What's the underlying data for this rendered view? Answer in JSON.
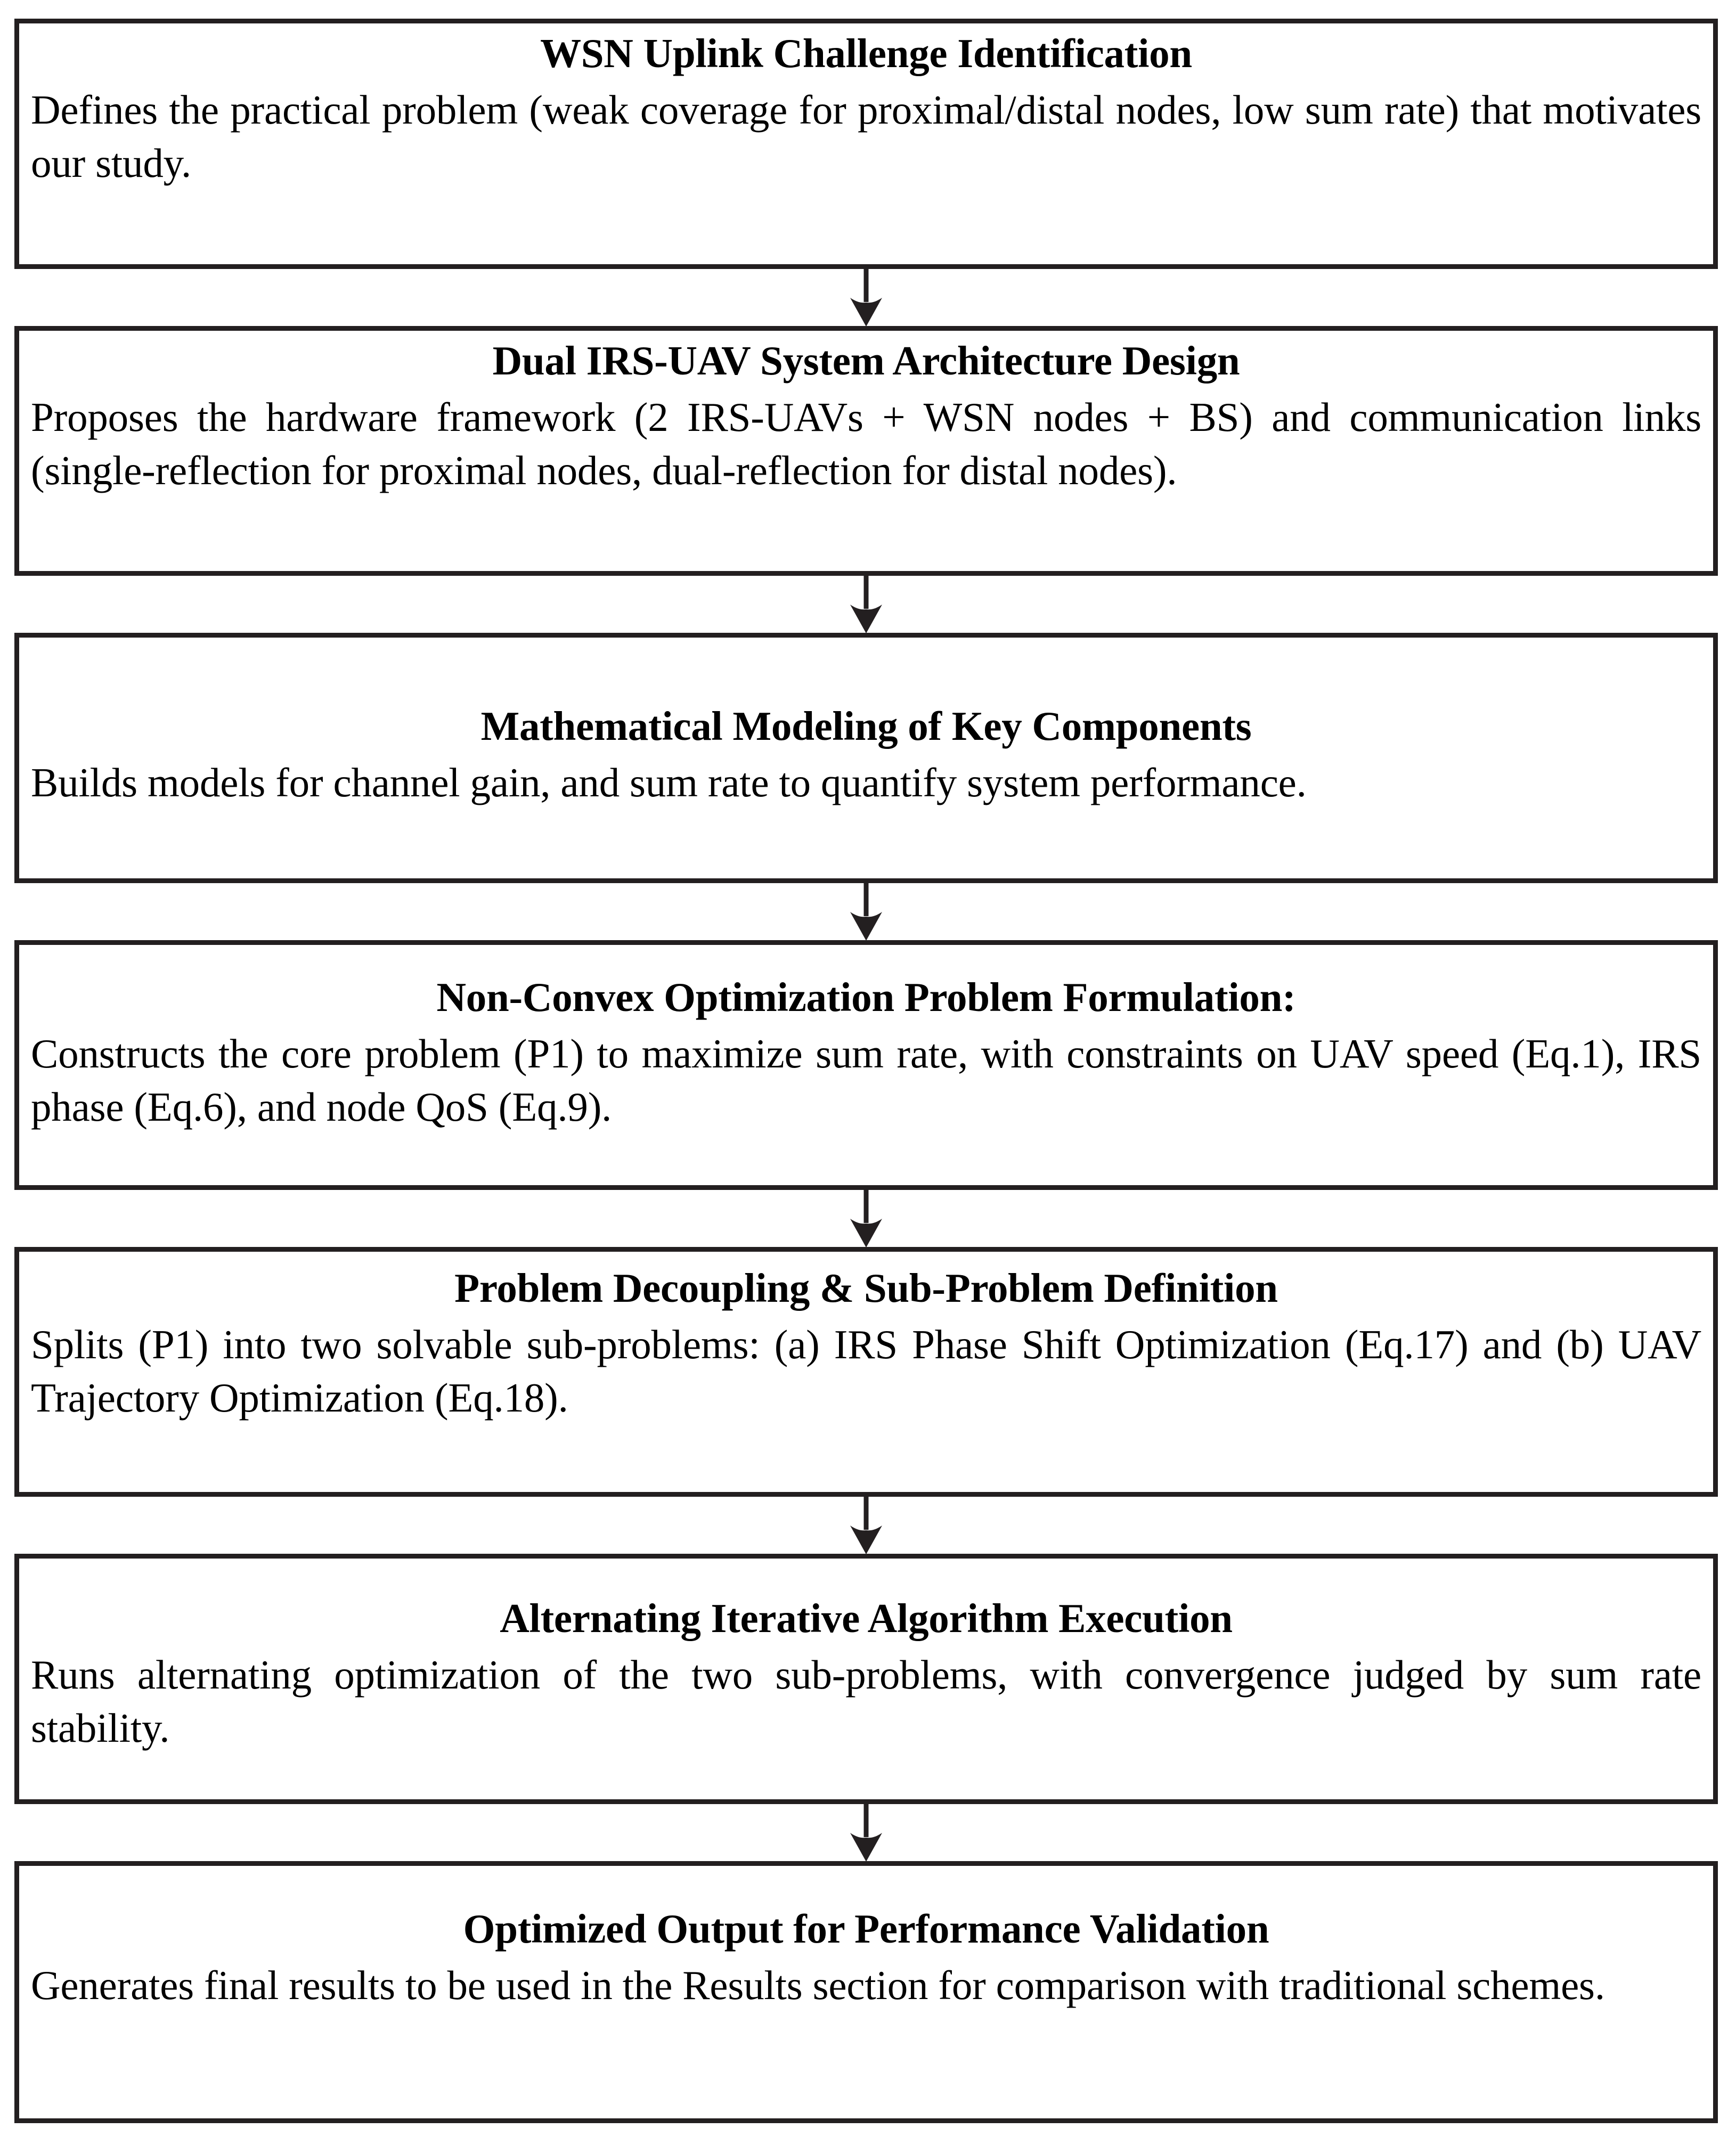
{
  "diagram": {
    "type": "vertical-flowchart",
    "orientation": "top-to-bottom",
    "step_count": 7,
    "connector_count": 6,
    "colors": {
      "border": "#231f20",
      "background": "#ffffff",
      "text": "#000000",
      "arrow": "#231f20"
    },
    "steps": [
      {
        "index": 1,
        "title": "WSN Uplink Challenge Identification",
        "body": "Defines the practical problem (weak coverage for proximal/distal nodes, low sum rate) that motivates our study."
      },
      {
        "index": 2,
        "title": "Dual IRS-UAV System Architecture Design",
        "body": "Proposes the hardware framework (2 IRS-UAVs + WSN nodes + BS) and communication links (single-reflection for proximal nodes, dual-reflection for distal nodes)."
      },
      {
        "index": 3,
        "title": "Mathematical Modeling of Key Components",
        "body": "Builds models for channel gain, and sum rate to quantify system performance."
      },
      {
        "index": 4,
        "title": "Non-Convex Optimization Problem Formulation:",
        "body": "Constructs the core problem (P1) to maximize sum rate, with constraints on UAV speed (Eq.1), IRS phase (Eq.6), and node QoS (Eq.9)."
      },
      {
        "index": 5,
        "title": "Problem Decoupling & Sub-Problem Definition",
        "body": "Splits (P1) into two solvable sub-problems: (a) IRS Phase Shift Optimization (Eq.17) and (b) UAV Trajectory Optimization (Eq.18)."
      },
      {
        "index": 6,
        "title": "Alternating Iterative Algorithm Execution",
        "body": "Runs alternating optimization of the two sub-problems, with convergence judged by sum rate stability."
      },
      {
        "index": 7,
        "title": "Optimized Output for Performance Validation",
        "body": "Generates final results to be used in the Results section for comparison with traditional schemes."
      }
    ],
    "connectors": [
      {
        "from": 1,
        "to": 2,
        "icon": "down-arrow-icon"
      },
      {
        "from": 2,
        "to": 3,
        "icon": "down-arrow-icon"
      },
      {
        "from": 3,
        "to": 4,
        "icon": "down-arrow-icon"
      },
      {
        "from": 4,
        "to": 5,
        "icon": "down-arrow-icon"
      },
      {
        "from": 5,
        "to": 6,
        "icon": "down-arrow-icon"
      },
      {
        "from": 6,
        "to": 7,
        "icon": "down-arrow-icon"
      }
    ]
  }
}
